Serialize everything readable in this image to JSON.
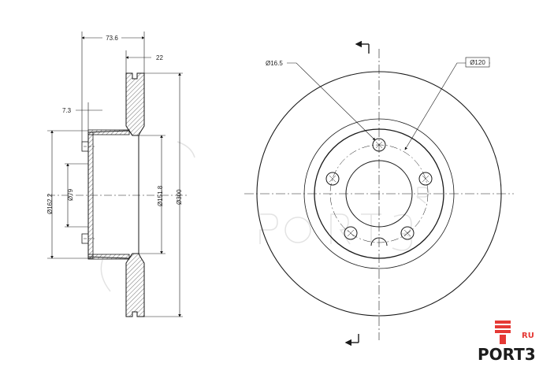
{
  "drawing": {
    "side_view": {
      "overall_width": "73.6",
      "disc_thickness": "22",
      "hat_offset": "7.3",
      "hub_bore_outer": "Ø162.2",
      "center_bore": "Ø79",
      "hat_diameter": "Ø151.8",
      "disc_diameter": "Ø300"
    },
    "front_view": {
      "bolt_hole_diameter": "Ø16.5",
      "bolt_circle": "Ø120",
      "bolt_hole_count": 5
    }
  },
  "colors": {
    "line": "#1a1a1a",
    "hatch": "#333333",
    "watermark": "#e3e3e3",
    "logo_red": "#e53935",
    "logo_dark": "#1c1c1c"
  },
  "logo": {
    "main": "PORT3",
    "suffix": "RU"
  }
}
